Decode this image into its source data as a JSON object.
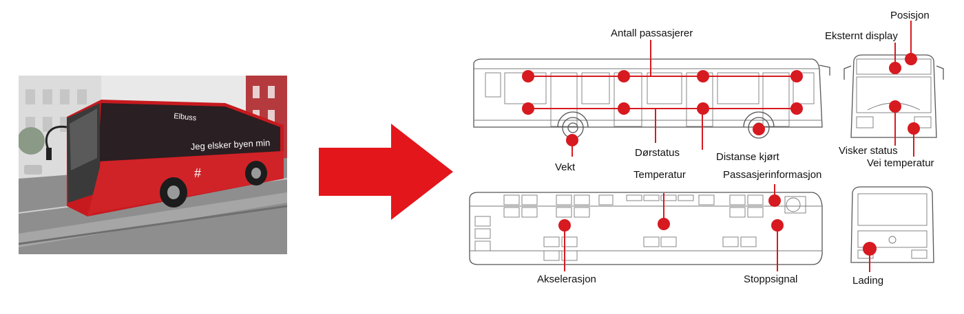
{
  "photo": {
    "bus_destination": "Elbuss",
    "bus_slogan": "Jeg elsker byen min",
    "bus_hashtag": "#"
  },
  "colors": {
    "accent_red": "#d71920",
    "arrow_red": "#e3161b",
    "line_gray": "#555555"
  },
  "labels": {
    "antall_passasjerer": "Antall passasjerer",
    "eksternt_display": "Eksternt display",
    "posisjon": "Posisjon",
    "dorstatus": "Dørstatus",
    "distanse_kjort": "Distanse kjørt",
    "vekt": "Vekt",
    "visker_status": "Visker status",
    "vei_temperatur": "Vei temperatur",
    "temperatur": "Temperatur",
    "passasjerinformasjon": "Passasjerinformasjon",
    "akselerasjon": "Akselerasjon",
    "stoppsignal": "Stoppsignal",
    "lading": "Lading"
  }
}
